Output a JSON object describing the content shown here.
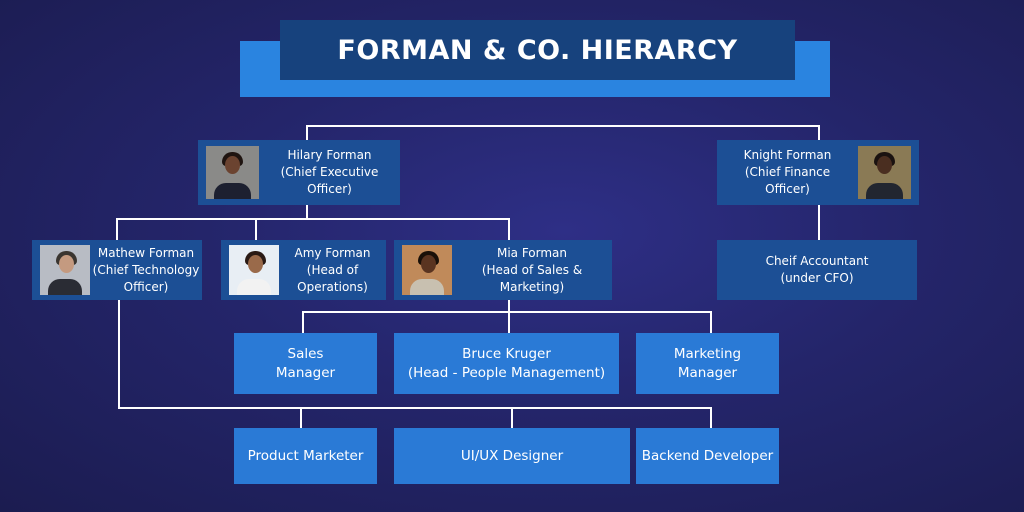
{
  "title": "FORMAN & CO. HIERARCY",
  "nodes": {
    "hilary": {
      "text": "Hilary Forman\n(Chief Executive\nOfficer)",
      "photo": "woman-business-portrait"
    },
    "knight": {
      "text": "Knight Forman\n(Chief Finance\nOfficer)",
      "photo": "man-suit-portrait"
    },
    "mathew": {
      "text": "Mathew Forman\n(Chief Technology\nOfficer)",
      "photo": "man-suit-portrait"
    },
    "amy": {
      "text": "Amy Forman\n(Head of\nOperations)",
      "photo": "woman-smiling-portrait"
    },
    "mia": {
      "text": "Mia Forman\n(Head of Sales & Marketing)",
      "photo": "woman-portrait"
    },
    "chief_accountant": {
      "text": "Cheif Accountant\n(under CFO)"
    },
    "sales_manager": {
      "text": "Sales\nManager"
    },
    "bruce": {
      "text": "Bruce Kruger\n(Head - People Management)"
    },
    "marketing_manager": {
      "text": "Marketing\nManager"
    },
    "product_marketer": {
      "text": "Product Marketer"
    },
    "uiux": {
      "text": "UI/UX Designer"
    },
    "backend": {
      "text": "Backend Developer"
    }
  },
  "colors": {
    "background": "#24256a",
    "title_back": "#2a84e0",
    "title_front": "#17427d",
    "node_dark": "#1c4f95",
    "node_blue": "#2a7ad6",
    "connector": "#ffffff"
  }
}
